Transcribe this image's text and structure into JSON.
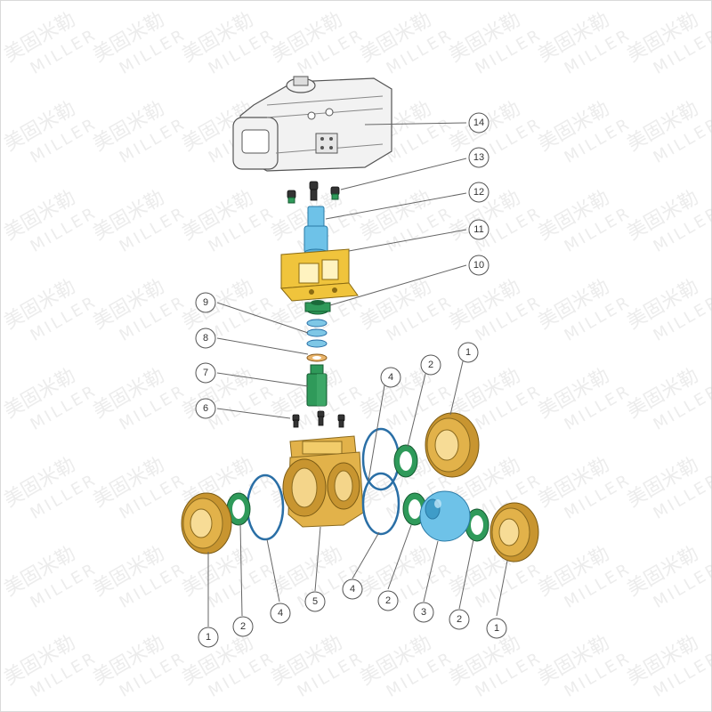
{
  "watermark": {
    "chinese_text": "美固米勒",
    "latin_text": "MILLER"
  },
  "colors": {
    "brass": "#e2b24a",
    "yellow_bracket": "#f0c43c",
    "green_seat": "#2f9a5a",
    "blue_ball": "#6ec2e8",
    "o_ring": "#2a6fa6"
  },
  "parts": [
    {
      "callout": "14",
      "part": "pneumatic-actuator"
    },
    {
      "callout": "13",
      "part": "actuator-bolts"
    },
    {
      "callout": "12",
      "part": "coupling"
    },
    {
      "callout": "11",
      "part": "mounting-bracket"
    },
    {
      "callout": "10",
      "part": "gland-nut"
    },
    {
      "callout": "9",
      "part": "stem-seals"
    },
    {
      "callout": "8",
      "part": "washer"
    },
    {
      "callout": "7",
      "part": "stem"
    },
    {
      "callout": "6",
      "part": "bracket-bolts"
    },
    {
      "callout": "5",
      "part": "valve-body"
    },
    {
      "callout": "4",
      "part": "o-ring"
    },
    {
      "callout": "3",
      "part": "ball"
    },
    {
      "callout": "2",
      "part": "seat"
    },
    {
      "callout": "1",
      "part": "end-connector"
    }
  ],
  "callouts": {
    "c14": "14",
    "c13": "13",
    "c12": "12",
    "c11": "11",
    "c10": "10",
    "c9": "9",
    "c8": "8",
    "c7": "7",
    "c6": "6",
    "c4_top": "4",
    "c2_top": "2",
    "c1_top": "1",
    "c1_bl": "1",
    "c2_bl": "2",
    "c4_bl": "4",
    "c5": "5",
    "c4_bm": "4",
    "c2_bm": "2",
    "c3": "3",
    "c2_br": "2",
    "c1_br": "1"
  }
}
